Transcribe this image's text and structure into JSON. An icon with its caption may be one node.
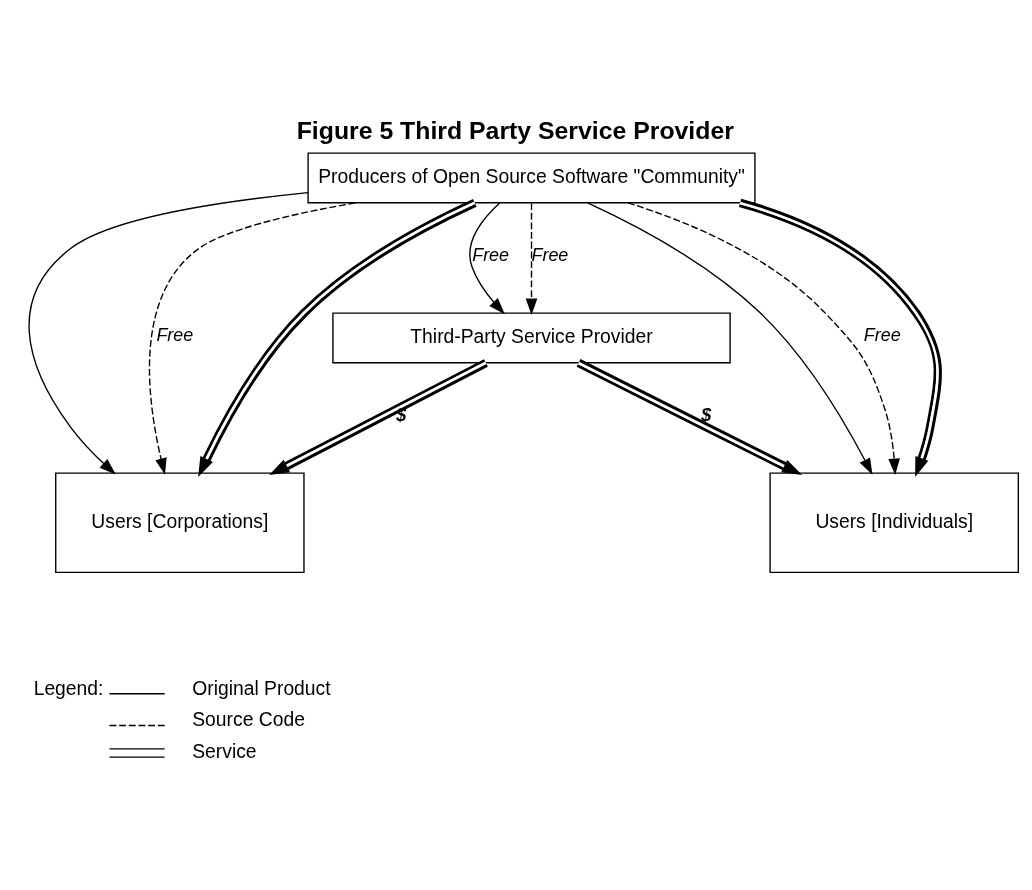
{
  "diagram": {
    "title": "Figure 5 Third Party Service Provider",
    "nodes": [
      {
        "text": [
          "Producers of Open Source Software \"Community\""
        ]
      },
      {
        "text": [
          "Third-Party Service Provider"
        ]
      },
      {
        "text": [
          "Users [Corporations]"
        ]
      },
      {
        "text": [
          "Users [Individuals]"
        ]
      }
    ],
    "edges": [
      {
        "from": 0,
        "to": 1,
        "arrow": "to",
        "label": "Free"
      },
      {
        "from": 0,
        "to": 1,
        "arrow": "to",
        "label": "Free",
        "style": "dashed"
      },
      {
        "from": 1,
        "to": 2,
        "arrow": "to",
        "label": "$",
        "style": "thick"
      },
      {
        "from": 1,
        "to": 3,
        "arrow": "to",
        "label": "$",
        "style": "thick"
      },
      {
        "from": 0,
        "to": 2,
        "arrow": "to"
      },
      {
        "from": 0,
        "to": 2,
        "arrow": "to",
        "label": "Free",
        "style": "dashed"
      },
      {
        "from": 0,
        "to": 2,
        "arrow": "to",
        "style": "thick"
      },
      {
        "from": 0,
        "to": 3,
        "arrow": "to"
      },
      {
        "from": 0,
        "to": 3,
        "arrow": "to",
        "label": "Free",
        "style": "dashed"
      },
      {
        "from": 0,
        "to": 3,
        "arrow": "to",
        "style": "thick"
      }
    ],
    "labels": [
      "Legend:"
    ],
    "legend": [
      {
        "text": "Original Product"
      },
      {
        "text": "Source Code"
      },
      {
        "text": "Service"
      }
    ]
  }
}
